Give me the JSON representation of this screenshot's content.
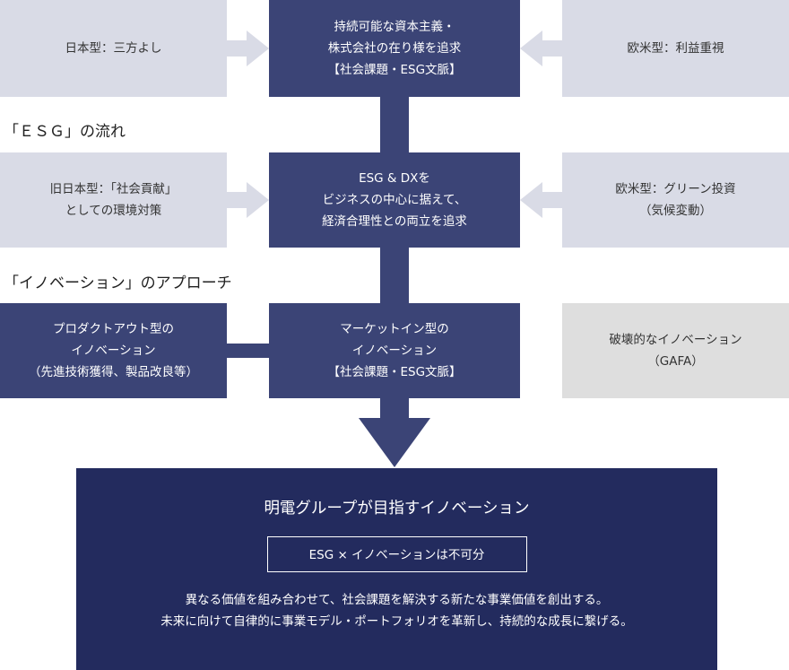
{
  "colors": {
    "gray_box": "#d9dbe6",
    "light_box": "#dedede",
    "navy_box": "#3b4476",
    "deep_box": "#232b5e",
    "text_dark": "#333333",
    "text_white": "#ffffff"
  },
  "section_headings": {
    "esg_flow": "「ＥＳＧ」の流れ",
    "innovation_approach": "「イノベーション」のアプローチ"
  },
  "row1": {
    "left": {
      "line1": "日本型：三方よし"
    },
    "center": {
      "line1": "持続可能な資本主義・",
      "line2": "株式会社の在り様を追求",
      "line3": "【社会課題・ESG文脈】"
    },
    "right": {
      "line1": "欧米型：利益重視"
    }
  },
  "row2": {
    "left": {
      "line1": "旧日本型：「社会貢献」",
      "line2": "としての環境対策"
    },
    "center": {
      "line1": "ESG & DXを",
      "line2": "ビジネスの中心に据えて、",
      "line3": "経済合理性との両立を追求"
    },
    "right": {
      "line1": "欧米型：グリーン投資",
      "line2": "（気候変動）"
    }
  },
  "row3": {
    "left": {
      "line1": "プロダクトアウト型の",
      "line2": "イノベーション",
      "line3": "（先進技術獲得、製品改良等）"
    },
    "center": {
      "line1": "マーケットイン型の",
      "line2": "イノベーション",
      "line3": "【社会課題・ESG文脈】"
    },
    "right": {
      "line1": "破壊的なイノベーション",
      "line2": "（GAFA）"
    }
  },
  "bottom": {
    "title": "明電グループが目指すイノベーション",
    "badge": "ESG × イノベーションは不可分",
    "desc_line1": "異なる価値を組み合わせて、社会課題を解決する新たな事業価値を創出する。",
    "desc_line2": "未来に向けて自律的に事業モデル・ポートフォリオを革新し、持続的な成長に繋げる。"
  }
}
